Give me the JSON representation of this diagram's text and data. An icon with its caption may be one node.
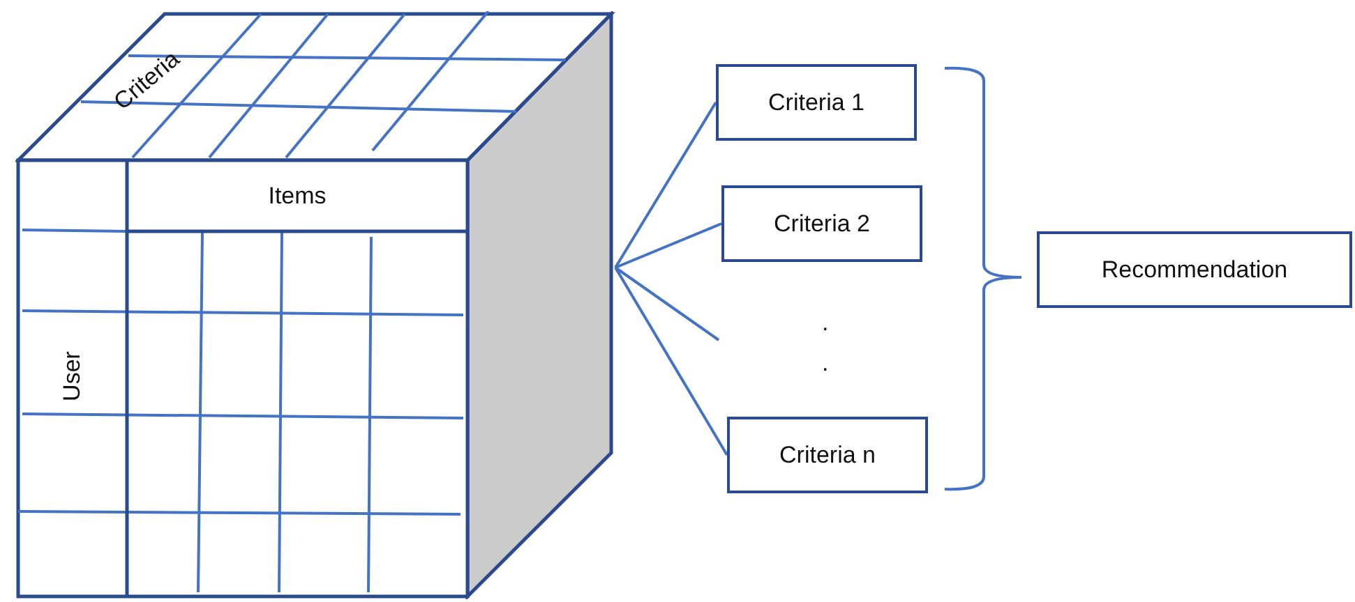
{
  "diagram": {
    "nodes": [
      {
        "text": [
          "Criteria",
          "Items",
          "User"
        ]
      },
      {
        "text": [
          "Criteria 1"
        ]
      },
      {
        "text": [
          "Criteria 2"
        ]
      },
      {
        "text": [
          "Criteria n"
        ]
      },
      {
        "text": [
          "Recommendation"
        ]
      }
    ],
    "edges": [
      {
        "from": 0,
        "to": 1,
        "arrow": "none"
      },
      {
        "from": 0,
        "to": 2,
        "arrow": "none"
      },
      {
        "from": 0,
        "to": null,
        "arrow": "none"
      },
      {
        "from": 0,
        "to": 3,
        "arrow": "none"
      }
    ],
    "labels": [
      ".",
      "."
    ]
  }
}
